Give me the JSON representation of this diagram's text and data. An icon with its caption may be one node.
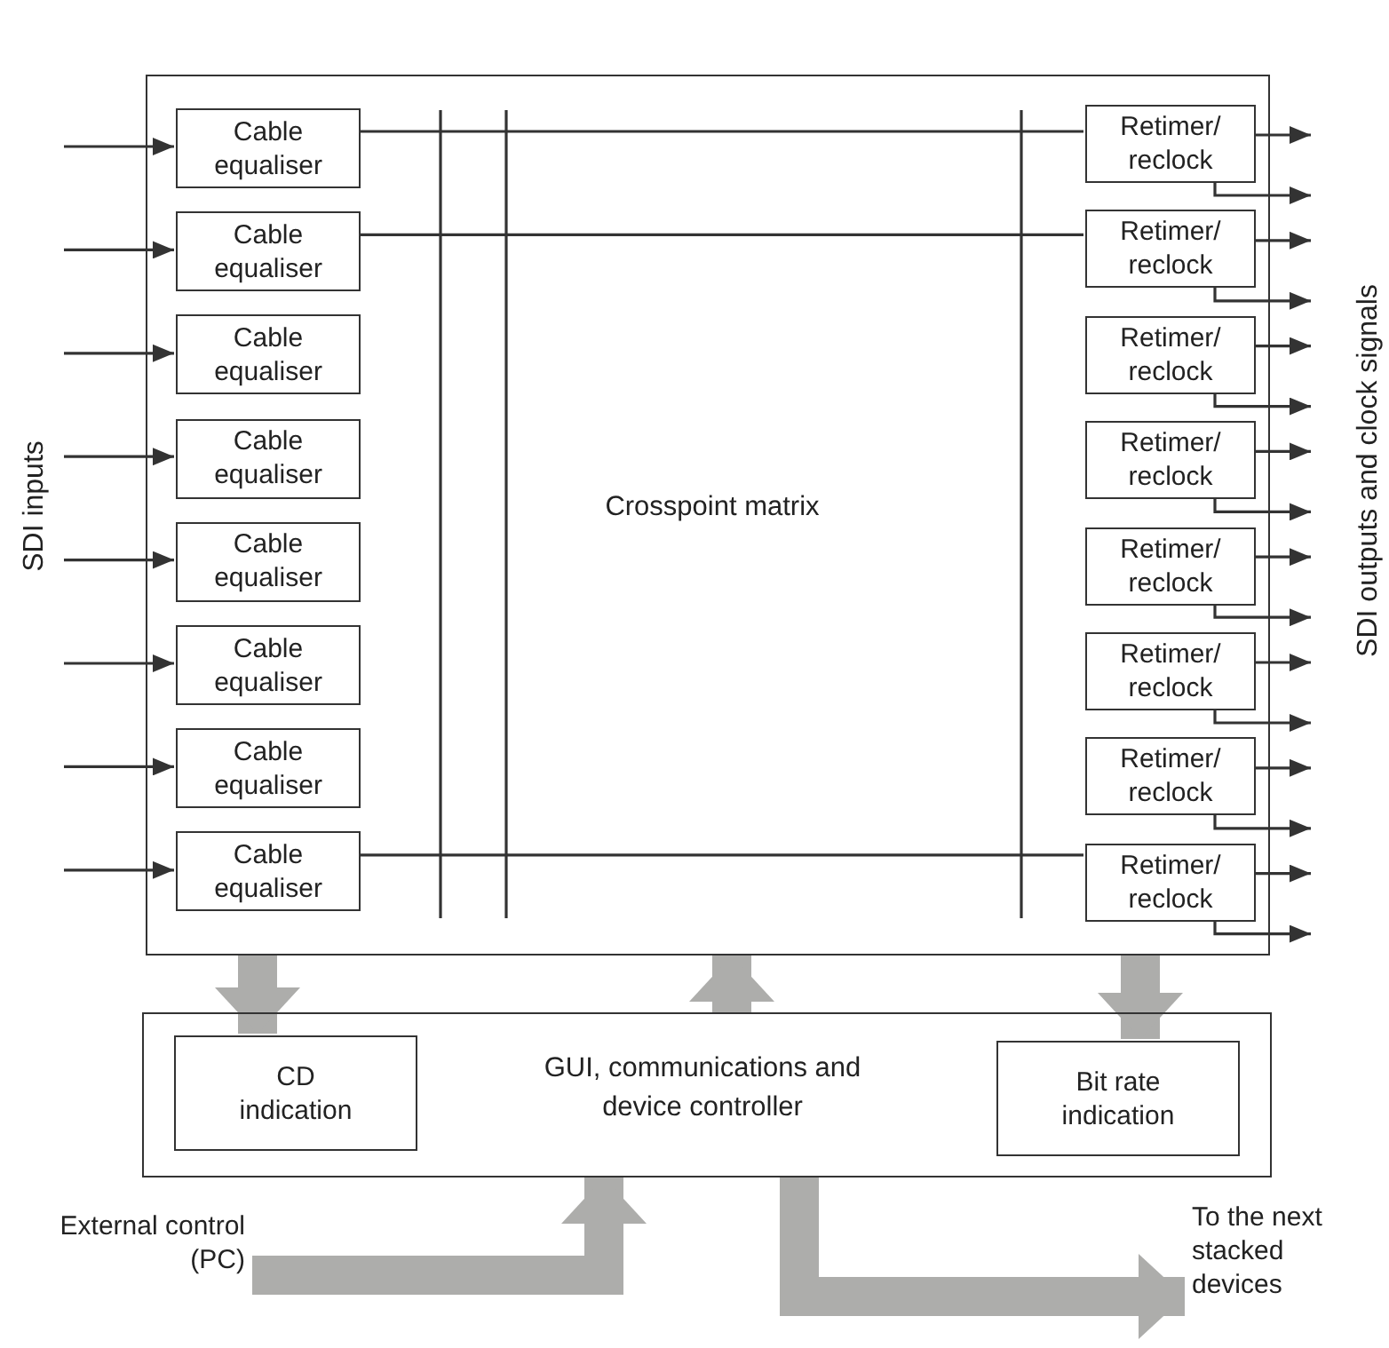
{
  "diagram": {
    "nodes": [
      {
        "text": [
          "Crosspoint matrix"
        ]
      },
      {
        "text": [
          "Cable equaliser"
        ],
        "in": 0
      },
      {
        "text": [
          "Cable equaliser"
        ],
        "in": 0
      },
      {
        "text": [
          "Cable equaliser"
        ],
        "in": 0
      },
      {
        "text": [
          "Cable equaliser"
        ],
        "in": 0
      },
      {
        "text": [
          "Cable equaliser"
        ],
        "in": 0
      },
      {
        "text": [
          "Cable equaliser"
        ],
        "in": 0
      },
      {
        "text": [
          "Cable equaliser"
        ],
        "in": 0
      },
      {
        "text": [
          "Cable equaliser"
        ],
        "in": 0
      },
      {
        "text": [
          "Retimer/ reclock"
        ],
        "in": 0
      },
      {
        "text": [
          "Retimer/ reclock"
        ],
        "in": 0
      },
      {
        "text": [
          "Retimer/ reclock"
        ],
        "in": 0
      },
      {
        "text": [
          "Retimer/ reclock"
        ],
        "in": 0
      },
      {
        "text": [
          "Retimer/ reclock"
        ],
        "in": 0
      },
      {
        "text": [
          "Retimer/ reclock"
        ],
        "in": 0
      },
      {
        "text": [
          "Retimer/ reclock"
        ],
        "in": 0
      },
      {
        "text": [
          "Retimer/ reclock"
        ],
        "in": 0
      },
      {
        "text": [
          "GUI, communications and device controller"
        ]
      },
      {
        "text": [
          "CD indication"
        ],
        "in": 17
      },
      {
        "text": [
          "Bit rate indication"
        ],
        "in": 17
      },
      {
        "text": [
          "External control (PC)"
        ]
      },
      {
        "text": [
          "To the next stacked devices"
        ]
      }
    ],
    "edges": [
      {
        "from": null,
        "to": 1,
        "arrow": "to"
      },
      {
        "from": null,
        "to": 2,
        "arrow": "to"
      },
      {
        "from": null,
        "to": 3,
        "arrow": "to"
      },
      {
        "from": null,
        "to": 4,
        "arrow": "to"
      },
      {
        "from": null,
        "to": 5,
        "arrow": "to"
      },
      {
        "from": null,
        "to": 6,
        "arrow": "to"
      },
      {
        "from": null,
        "to": 7,
        "arrow": "to"
      },
      {
        "from": null,
        "to": 8,
        "arrow": "to"
      },
      {
        "from": 9,
        "to": null,
        "arrow": "to"
      },
      {
        "from": 9,
        "to": null,
        "arrow": "to"
      },
      {
        "from": 10,
        "to": null,
        "arrow": "to"
      },
      {
        "from": 10,
        "to": null,
        "arrow": "to"
      },
      {
        "from": 11,
        "to": null,
        "arrow": "to"
      },
      {
        "from": 11,
        "to": null,
        "arrow": "to"
      },
      {
        "from": 12,
        "to": null,
        "arrow": "to"
      },
      {
        "from": 12,
        "to": null,
        "arrow": "to"
      },
      {
        "from": 13,
        "to": null,
        "arrow": "to"
      },
      {
        "from": 13,
        "to": null,
        "arrow": "to"
      },
      {
        "from": 14,
        "to": null,
        "arrow": "to"
      },
      {
        "from": 14,
        "to": null,
        "arrow": "to"
      },
      {
        "from": 15,
        "to": null,
        "arrow": "to"
      },
      {
        "from": 15,
        "to": null,
        "arrow": "to"
      },
      {
        "from": 16,
        "to": null,
        "arrow": "to"
      },
      {
        "from": 16,
        "to": null,
        "arrow": "to"
      },
      {
        "from": 1,
        "to": 9,
        "arrow": "none"
      },
      {
        "from": 2,
        "to": 10,
        "arrow": "none"
      },
      {
        "from": 8,
        "to": 16,
        "arrow": "none"
      },
      {
        "from": 0,
        "to": 18,
        "arrow": "to",
        "style": "thick",
        "color": "#adadab"
      },
      {
        "from": 17,
        "to": 0,
        "arrow": "to",
        "style": "thick",
        "color": "#adadab"
      },
      {
        "from": 0,
        "to": 19,
        "arrow": "to",
        "style": "thick",
        "color": "#adadab"
      },
      {
        "from": 20,
        "to": 17,
        "arrow": "to",
        "style": "thick",
        "color": "#adadab"
      },
      {
        "from": 17,
        "to": 21,
        "arrow": "to",
        "style": "thick",
        "color": "#adadab"
      }
    ],
    "labels": [
      "SDI inputs",
      "SDI outputs and clock signals"
    ]
  }
}
